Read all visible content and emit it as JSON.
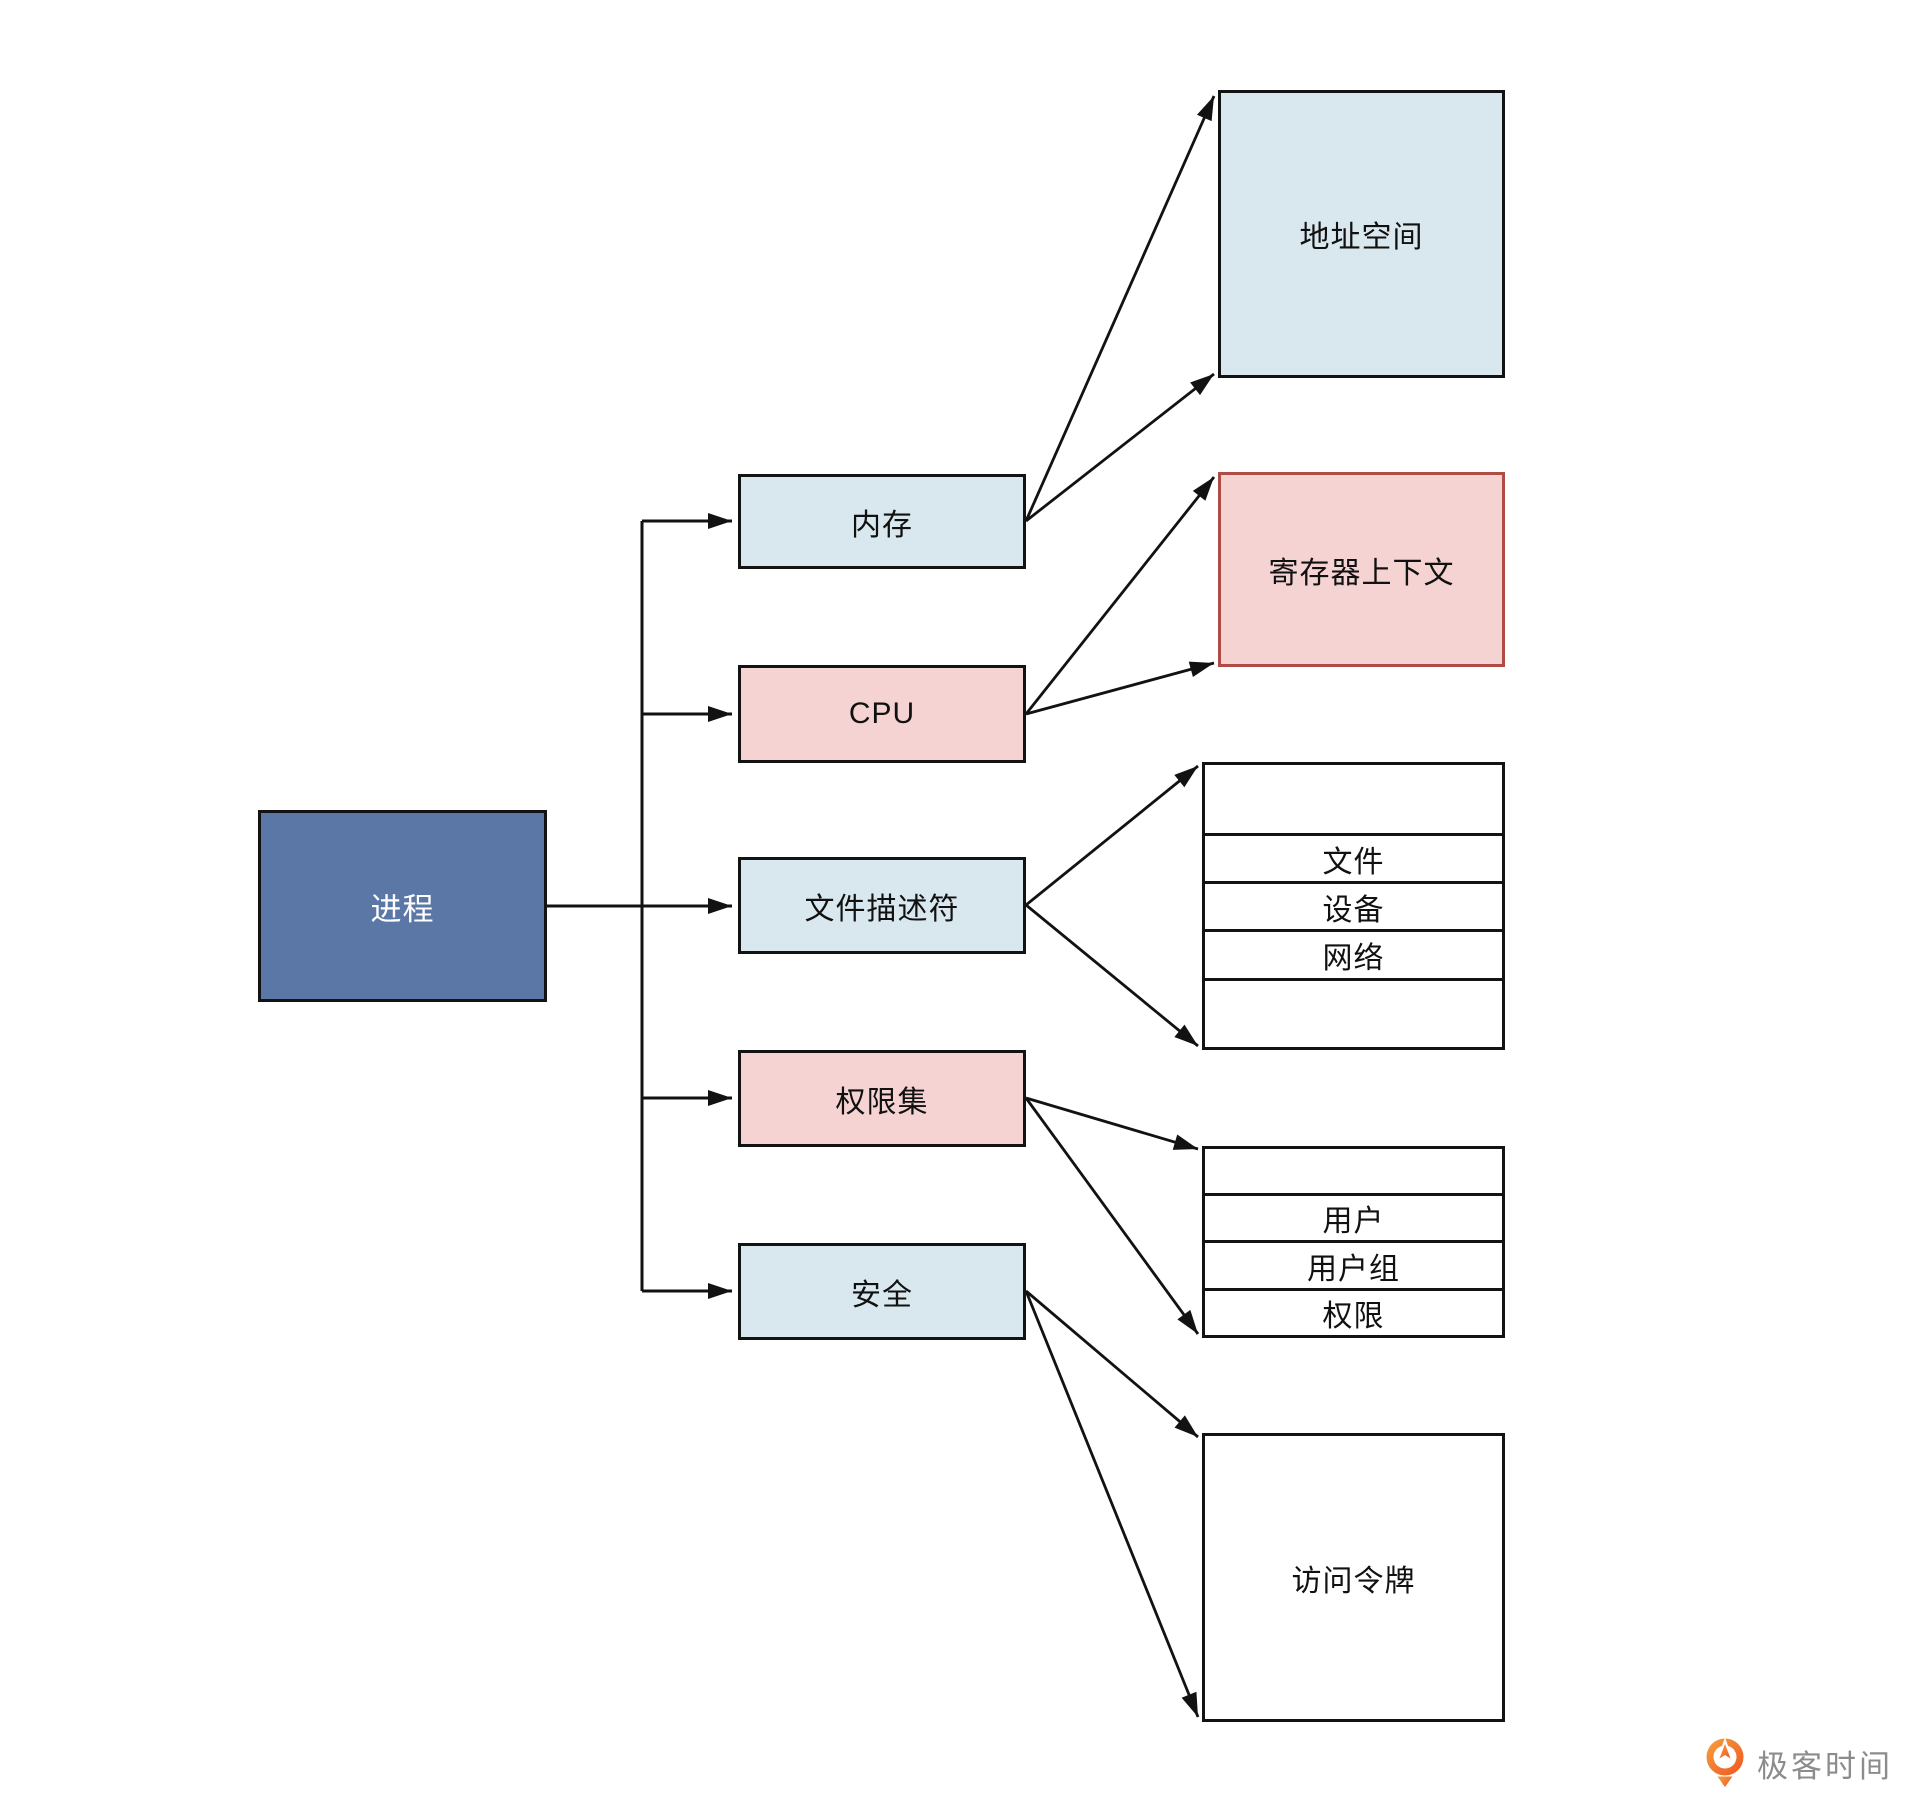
{
  "colors": {
    "root-fill": "#5a77a5",
    "root-text": "#ffffff",
    "blue-fill": "#d9e8ef",
    "pink-fill": "#f4d3d2",
    "red-border": "#b04b45",
    "line": "#121212",
    "logo-orange": "#f4682a",
    "logo-text": "#8c8c8c"
  },
  "diagram": {
    "root": {
      "label": "进程"
    },
    "branches": [
      {
        "label": "内存"
      },
      {
        "label": "CPU"
      },
      {
        "label": "文件描述符"
      },
      {
        "label": "权限集"
      },
      {
        "label": "安全"
      }
    ],
    "leaves": {
      "address_space": {
        "label": "地址空间"
      },
      "register_context": {
        "label": "寄存器上下文"
      },
      "fd_table": {
        "rows": [
          "",
          "文件",
          "设备",
          "网络",
          ""
        ]
      },
      "perm_table": {
        "rows": [
          "",
          "用户",
          "用户组",
          "权限"
        ]
      },
      "access_token": {
        "label": "访问令牌"
      }
    }
  },
  "footer": {
    "brand": "极客时间"
  }
}
